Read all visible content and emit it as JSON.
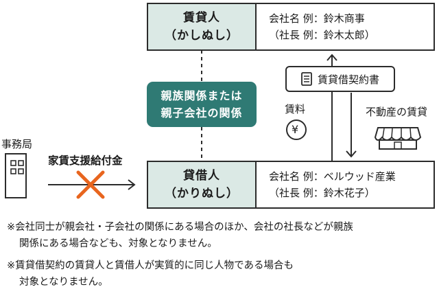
{
  "lender": {
    "role_line1": "賃貸人",
    "role_line2": "（かしぬし）",
    "company": "会社名 例：鈴木商事",
    "president": "（社長 例：鈴木太郎）"
  },
  "borrower": {
    "role_line1": "貸借人",
    "role_line2": "（かりぬし）",
    "company": "会社名 例：ベルウッド産業",
    "president": "（社長 例：鈴木花子）"
  },
  "relation": {
    "line1": "親族関係または",
    "line2": "親子会社の関係"
  },
  "contract_label": "賃貸借契約書",
  "rent_label": "賃料",
  "rent_symbol": "¥",
  "property_label": "不動産の賃貸",
  "office_label": "事務局",
  "subsidy_label": "家賃支援給付金",
  "notes": [
    "※会社同士が親会社・子会社の関係にある場合のほか、会社の社長などが親族",
    "関係にある場合なども、対象となりません。",
    "※賃貸借契約の賃貸人と賃借人が実質的に同じ人物である場合も",
    "対象となりません。"
  ],
  "colors": {
    "teal": "#2f7a74",
    "light_teal": "#dbe9e5",
    "cross": "#e8651e",
    "line": "#2b2b2b"
  }
}
